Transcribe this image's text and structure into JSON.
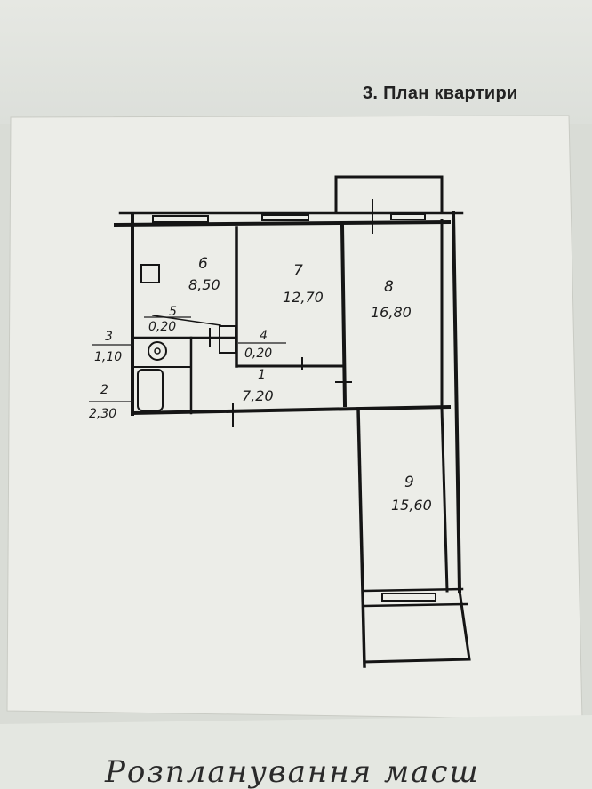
{
  "document": {
    "section_title": "3. План квартири"
  },
  "plan": {
    "rooms": [
      {
        "number": "1",
        "area": "7,20"
      },
      {
        "number": "2",
        "area": "2,30"
      },
      {
        "number": "3",
        "area": "1,10"
      },
      {
        "number": "4",
        "area": "0,20"
      },
      {
        "number": "5",
        "area": "0,20"
      },
      {
        "number": "6",
        "area": "8,50"
      },
      {
        "number": "7",
        "area": "12,70"
      },
      {
        "number": "8",
        "area": "16,80"
      },
      {
        "number": "9",
        "area": "15,60"
      }
    ]
  },
  "handwriting": {
    "text": "Розпланування масш"
  }
}
